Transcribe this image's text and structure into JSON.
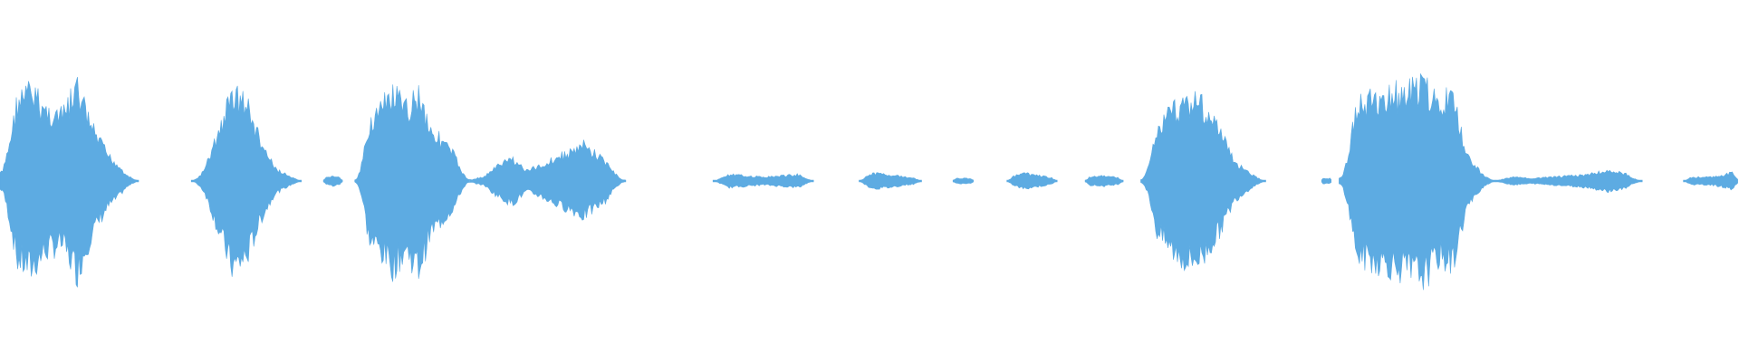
{
  "waveform": {
    "color": "#5DABE2",
    "background": "#FFFFFF",
    "segments": [
      {
        "start": 0.0,
        "end": 0.08,
        "peak": 0.72,
        "profile": [
          0.45,
          0.62,
          0.7,
          0.55,
          0.5,
          0.72,
          0.4,
          0.2,
          0.08,
          0.03
        ]
      },
      {
        "start": 0.11,
        "end": 0.174,
        "peak": 0.7,
        "profile": [
          0.02,
          0.1,
          0.4,
          0.7,
          0.6,
          0.3,
          0.1,
          0.04,
          0.02
        ]
      },
      {
        "start": 0.186,
        "end": 0.197,
        "peak": 0.03,
        "profile": [
          0.02,
          0.04,
          0.02
        ]
      },
      {
        "start": 0.204,
        "end": 0.27,
        "peak": 0.7,
        "profile": [
          0.05,
          0.45,
          0.55,
          0.68,
          0.55,
          0.7,
          0.4,
          0.3,
          0.18,
          0.08
        ]
      },
      {
        "start": 0.27,
        "end": 0.36,
        "peak": 0.28,
        "profile": [
          0.08,
          0.04,
          0.12,
          0.18,
          0.08,
          0.12,
          0.18,
          0.22,
          0.28,
          0.2,
          0.12,
          0.04
        ]
      },
      {
        "start": 0.41,
        "end": 0.468,
        "peak": 0.05,
        "profile": [
          0.02,
          0.05,
          0.04,
          0.03,
          0.04,
          0.05,
          0.02
        ]
      },
      {
        "start": 0.494,
        "end": 0.53,
        "peak": 0.06,
        "profile": [
          0.02,
          0.06,
          0.05,
          0.03,
          0.02
        ]
      },
      {
        "start": 0.548,
        "end": 0.56,
        "peak": 0.02,
        "profile": [
          0.02,
          0.02
        ]
      },
      {
        "start": 0.579,
        "end": 0.608,
        "peak": 0.06,
        "profile": [
          0.02,
          0.06,
          0.04,
          0.02
        ]
      },
      {
        "start": 0.624,
        "end": 0.646,
        "peak": 0.04,
        "profile": [
          0.03,
          0.04,
          0.02
        ]
      },
      {
        "start": 0.656,
        "end": 0.728,
        "peak": 0.65,
        "profile": [
          0.08,
          0.4,
          0.55,
          0.65,
          0.6,
          0.4,
          0.15,
          0.06,
          0.03
        ]
      },
      {
        "start": 0.76,
        "end": 0.766,
        "peak": 0.02,
        "profile": [
          0.02,
          0.02
        ]
      },
      {
        "start": 0.77,
        "end": 0.86,
        "peak": 0.75,
        "profile": [
          0.15,
          0.6,
          0.62,
          0.65,
          0.68,
          0.72,
          0.75,
          0.6,
          0.65,
          0.2,
          0.08,
          0.04
        ]
      },
      {
        "start": 0.86,
        "end": 0.945,
        "peak": 0.08,
        "profile": [
          0.04,
          0.03,
          0.02,
          0.03,
          0.04,
          0.05,
          0.08,
          0.06,
          0.02
        ]
      },
      {
        "start": 0.968,
        "end": 1.0,
        "peak": 0.08,
        "profile": [
          0.02,
          0.03,
          0.03,
          0.05,
          0.08
        ]
      }
    ]
  }
}
